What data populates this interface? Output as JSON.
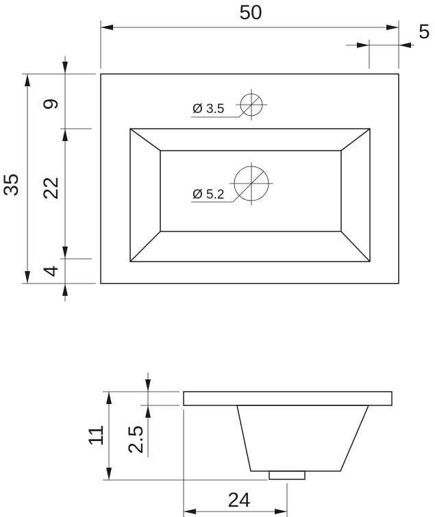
{
  "top_view": {
    "overall_width": "50",
    "overall_depth": "35",
    "edge_margin": "5",
    "back_margin": "9",
    "basin_depth": "22",
    "front_margin": "4",
    "tap_hole": "Ø 3.5",
    "drain_hole": "Ø 5.2"
  },
  "side_view": {
    "total_height": "11",
    "top_thickness": "2.5",
    "bowl_width": "24"
  }
}
